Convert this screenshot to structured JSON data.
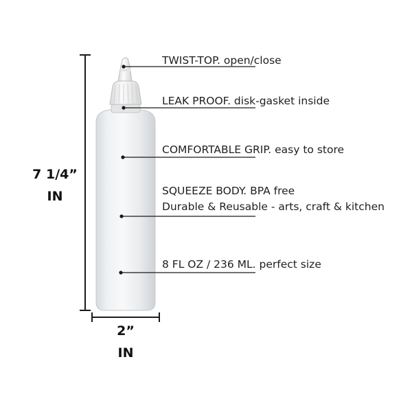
{
  "height_dimension": {
    "value": "7 1/4”",
    "unit": "IN"
  },
  "width_dimension": {
    "value": "2”",
    "unit": "IN"
  },
  "callouts": [
    {
      "line1": "TWIST-TOP. open/close",
      "line2": ""
    },
    {
      "line1": "LEAK PROOF. disk-gasket inside",
      "line2": ""
    },
    {
      "line1": "COMFORTABLE GRIP. easy to store",
      "line2": ""
    },
    {
      "line1": "SQUEEZE BODY. BPA free",
      "line2": "Durable & Reusable - arts, craft & kitchen"
    },
    {
      "line1": "8 FL OZ / 236 ML. perfect size",
      "line2": ""
    }
  ],
  "colors": {
    "line": "#1a1a1a",
    "bottle_body": "#e9ecef",
    "cap": "#f3f3f3"
  }
}
